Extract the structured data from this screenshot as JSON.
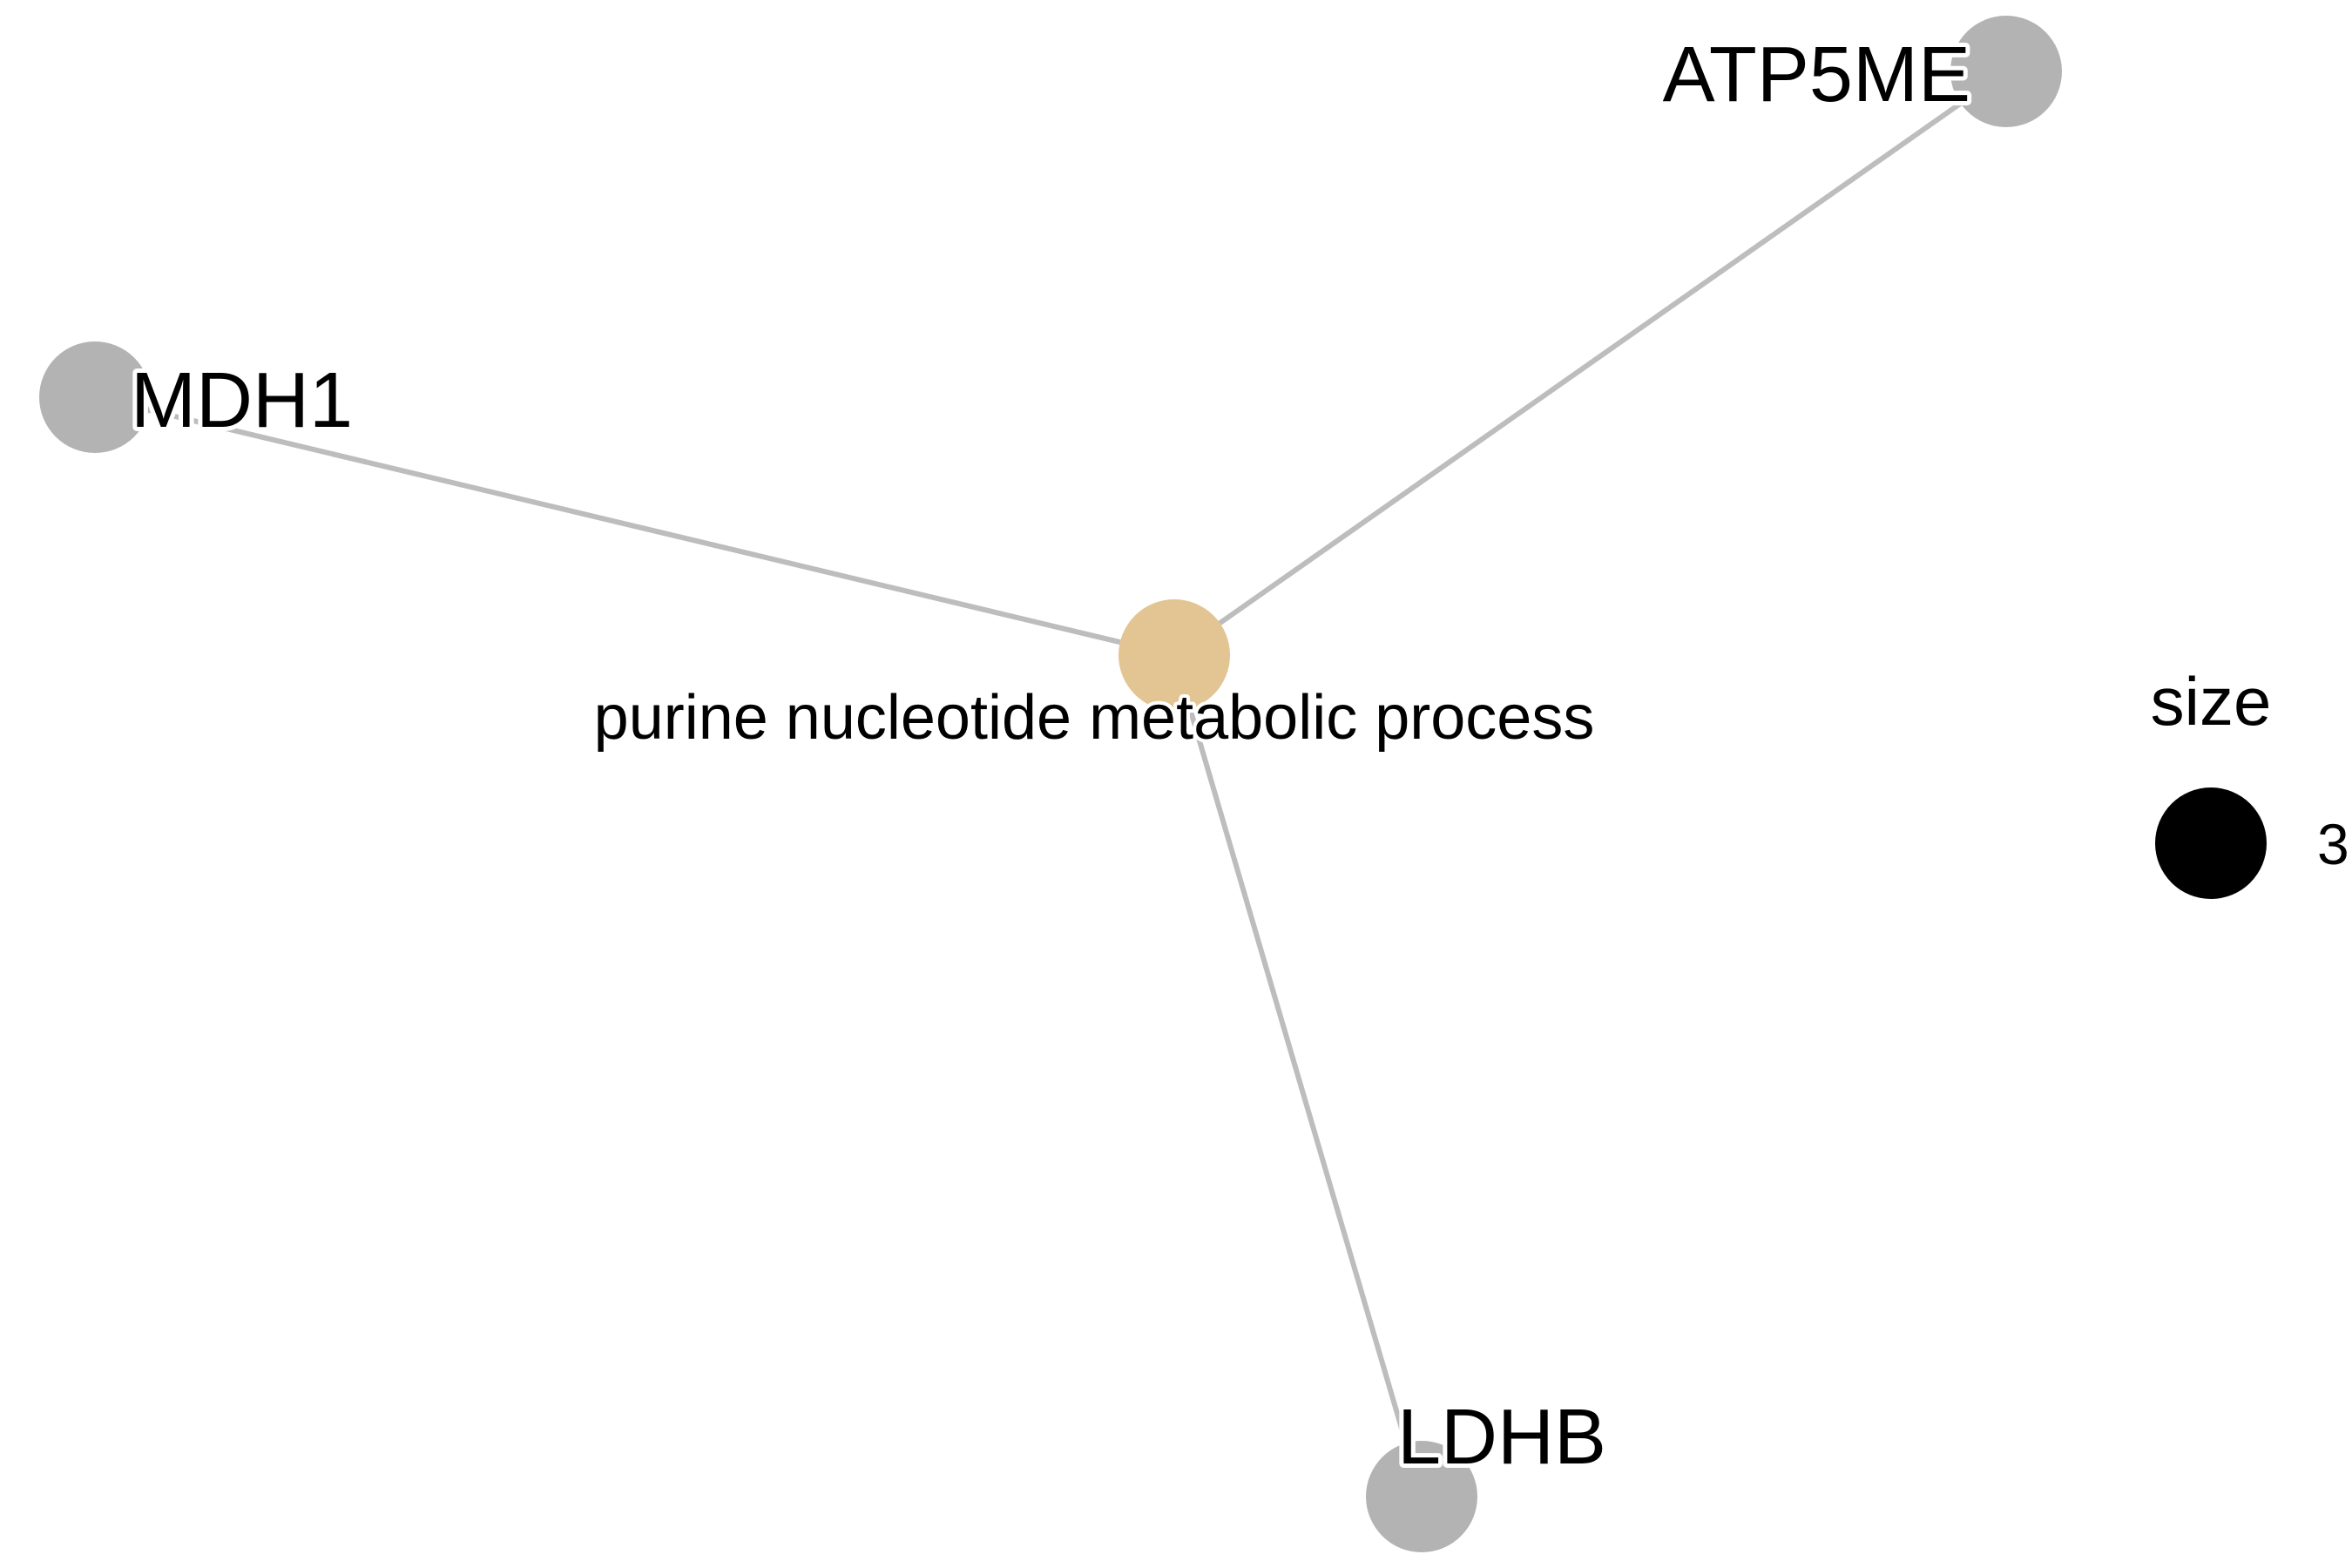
{
  "network": {
    "nodes": [
      {
        "id": "term",
        "label": "purine nucleotide metabolic process",
        "kind": "term",
        "color": "#e3c593"
      },
      {
        "id": "atp5me",
        "label": "ATP5ME",
        "kind": "gene",
        "color": "#b3b3b3"
      },
      {
        "id": "mdh1",
        "label": "MDH1",
        "kind": "gene",
        "color": "#b3b3b3"
      },
      {
        "id": "ldhb",
        "label": "LDHB",
        "kind": "gene",
        "color": "#b3b3b3"
      }
    ],
    "edges": [
      {
        "from": "term",
        "to": "atp5me"
      },
      {
        "from": "term",
        "to": "mdh1"
      },
      {
        "from": "term",
        "to": "ldhb"
      }
    ],
    "edge_color": "#bdbdbd"
  },
  "legend": {
    "title": "size",
    "value": "3",
    "swatch_color": "#000000"
  }
}
